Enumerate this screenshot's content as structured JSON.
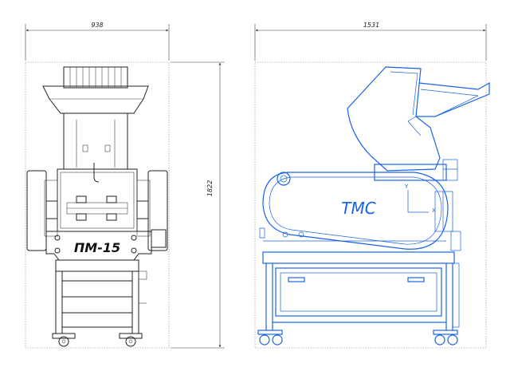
{
  "dimensions": {
    "width_front": "938",
    "width_side": "1531",
    "height": "1822"
  },
  "labels": {
    "model": "ПМ-15",
    "brand": "ТМС"
  },
  "axes": {
    "y": "Y",
    "x": "X"
  },
  "colors": {
    "front_view_lines": "#222222",
    "side_view_lines": "#1a63e6"
  }
}
